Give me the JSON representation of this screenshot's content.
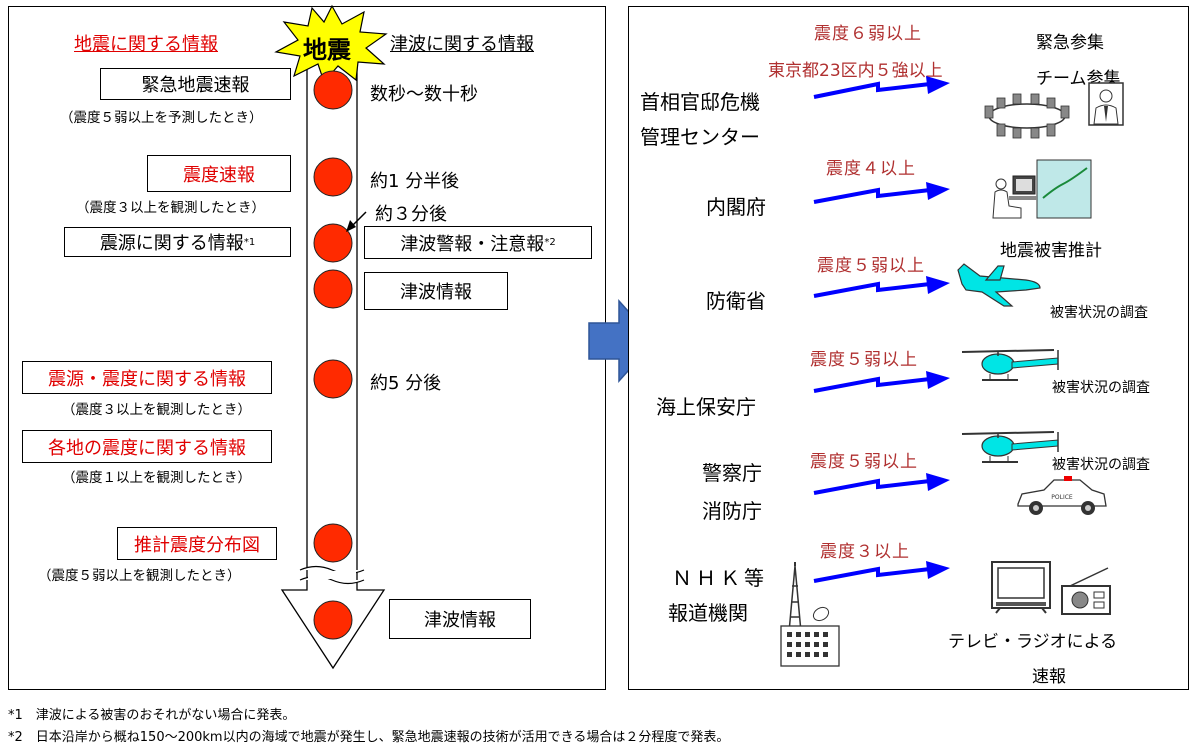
{
  "left": {
    "heading_eq": "地震に関する情報",
    "heading_tsunami": "津波に関する情報",
    "burst_label": "地震",
    "items": [
      {
        "label": "緊急地震速報",
        "note": "（震度５弱以上を予測したとき）"
      },
      {
        "label": "震度速報",
        "note": "（震度３以上を観測したとき）"
      },
      {
        "label": "震源に関する情報",
        "sup": "*1"
      },
      {
        "label": "震源・震度に関する情報",
        "note": "（震度３以上を観測したとき）"
      },
      {
        "label": "各地の震度に関する情報",
        "note": "（震度１以上を観測したとき）"
      },
      {
        "label": "推計震度分布図",
        "note": "（震度５弱以上を観測したとき）"
      }
    ],
    "times": [
      "数秒～数十秒",
      "約1 分半後",
      "約３分後",
      "約5 分後"
    ],
    "tsunami": {
      "warning": "津波警報・注意報",
      "warning_sup": "*2",
      "info1": "津波情報",
      "info2": "津波情報"
    }
  },
  "right": {
    "agencies": [
      {
        "name_lines": [
          "首相官邸危機",
          "管理センター"
        ],
        "conditions": [
          "震度６弱以上",
          "東京都23区内５強以上"
        ],
        "actions": [
          "緊急参集",
          "チーム参集"
        ]
      },
      {
        "name_lines": [
          "内閣府"
        ],
        "conditions": [
          "震度４以上"
        ],
        "actions": [
          "地震被害推計"
        ]
      },
      {
        "name_lines": [
          "防衛省"
        ],
        "conditions": [
          "震度５弱以上"
        ],
        "actions": [
          "被害状況の調査"
        ]
      },
      {
        "name_lines": [
          "海上保安庁"
        ],
        "conditions": [
          "震度５弱以上"
        ],
        "actions": [
          "被害状況の調査"
        ]
      },
      {
        "name_lines": [
          "警察庁",
          "消防庁"
        ],
        "conditions": [
          "震度５弱以上"
        ],
        "actions": [
          "被害状況の調査"
        ]
      },
      {
        "name_lines": [
          "ＮＨＫ等",
          "報道機関"
        ],
        "conditions": [
          "震度３以上"
        ],
        "actions": [
          "テレビ・ラジオによる",
          "速報"
        ]
      }
    ],
    "police_badge": "POLICE"
  },
  "footnotes": [
    "*1　津波による被害のおそれがない場合に発表。",
    "*2　日本沿岸から概ね150～200km以内の海域で地震が発生し、緊急地震速報の技術が活用できる場合は２分程度で発表。"
  ],
  "colors": {
    "red_circle": "#ff2a00",
    "arrow_blue": "#0000ff",
    "big_arrow": "#4472c4",
    "burst": "#ffff00",
    "cyan": "#00e5e5"
  }
}
